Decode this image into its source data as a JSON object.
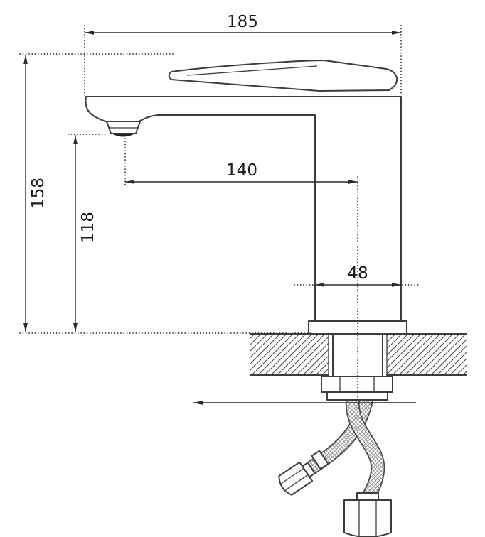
{
  "dimensions": {
    "width_total": "185",
    "height_total": "158",
    "height_spout": "118",
    "reach_spout": "140",
    "width_body": "48"
  },
  "colors": {
    "line": "#3d3d3d",
    "dimension_line": "#2b2b2b",
    "text": "#1a1a1a",
    "background": "#ffffff"
  }
}
